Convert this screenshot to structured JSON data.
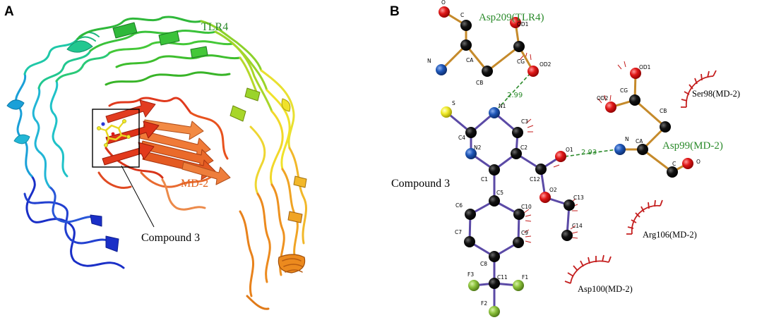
{
  "panels": {
    "a_letter": "A",
    "b_letter": "B"
  },
  "panel_a": {
    "tlr4_label": "TLR4",
    "md2_label": "MD-2",
    "compound_label": "Compound 3"
  },
  "panel_b": {
    "compound_label": "Compound 3",
    "residues": {
      "asp209": "Asp209(TLR4)",
      "asp99": "Asp99(MD-2)",
      "ser98": "Ser98(MD-2)",
      "arg106": "Arg106(MD-2)",
      "asp100": "Asp100(MD-2)"
    },
    "hbonds": {
      "d1": "2.99",
      "d2": "2.93"
    },
    "atoms": {
      "asp209": {
        "O": "O",
        "C": "C",
        "CA": "CA",
        "N": "N",
        "CB": "CB",
        "CG": "CG",
        "OD1": "OD1",
        "OD2": "OD2"
      },
      "asp99": {
        "OD1": "OD1",
        "CG": "CG",
        "OD2": "OD2",
        "CB": "CB",
        "N": "N",
        "CA": "CA",
        "C": "C",
        "O": "O"
      },
      "ligand": {
        "S": "S",
        "N1": "N1",
        "C4": "C4",
        "C3": "C3",
        "N2": "N2",
        "C2": "C2",
        "C1": "C1",
        "O1": "O1",
        "C12": "C12",
        "C5": "C5",
        "O2": "O2",
        "C13": "C13",
        "C6": "C6",
        "C10": "C10",
        "C14": "C14",
        "C7": "C7",
        "C9": "C9",
        "C8": "C8",
        "C11": "C11",
        "F3": "F3",
        "F1": "F1",
        "F2": "F2"
      }
    }
  },
  "colors": {
    "carbon": "#050505",
    "oxygen": "#e01818",
    "nitrogen": "#1f57b8",
    "sulfur": "#f0ea2a",
    "fluorine": "#8cc23c",
    "residue_bond": "#c58a2b",
    "ligand_bond": "#5b4aa6",
    "hbond": "#2a8a2a",
    "hydrophobic": "#c41e1e",
    "tlr4_text": "#2a8a2a",
    "md2_text": "#e0601a"
  }
}
